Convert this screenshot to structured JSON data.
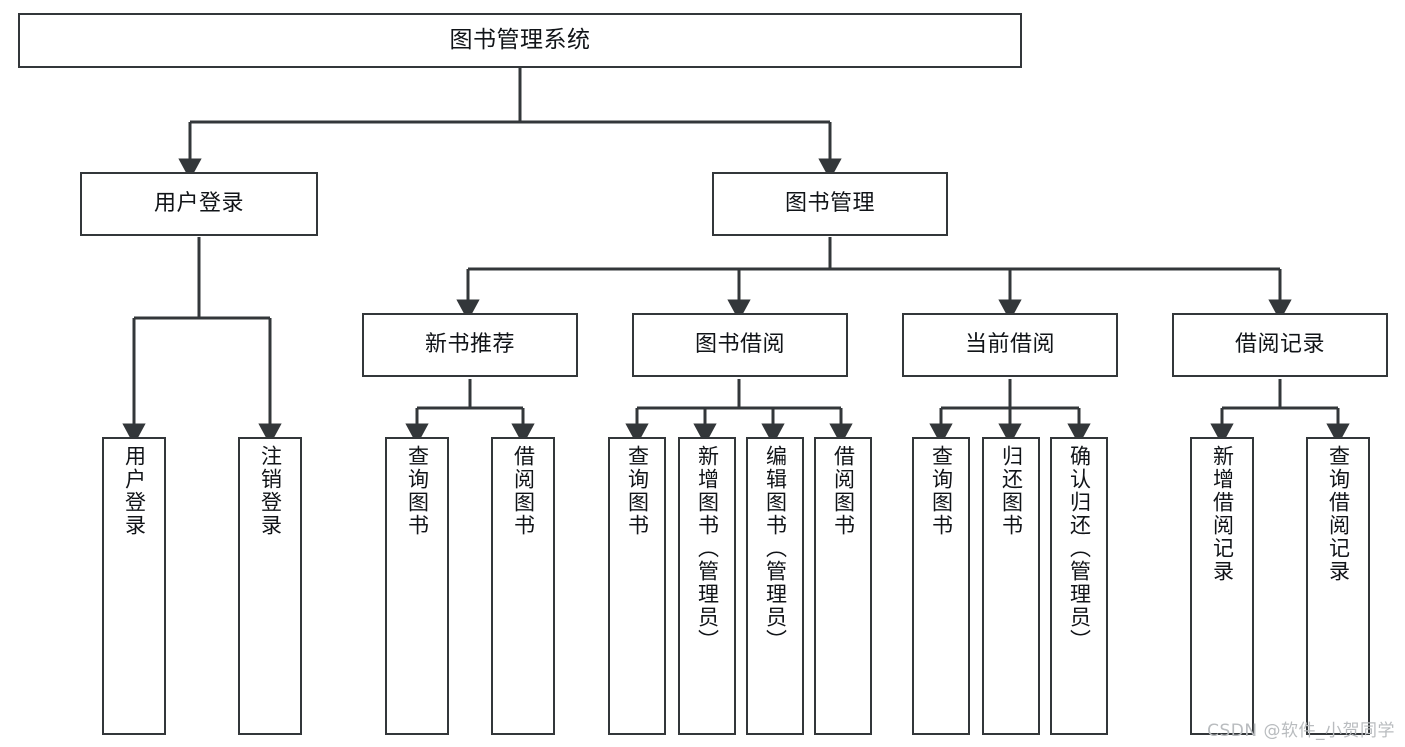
{
  "diagram": {
    "type": "tree",
    "title_node": {
      "label": "图书管理系统"
    },
    "level2": [
      {
        "label": "用户登录"
      },
      {
        "label": "图书管理"
      }
    ],
    "level3": [
      {
        "label": "新书推荐"
      },
      {
        "label": "图书借阅"
      },
      {
        "label": "当前借阅"
      },
      {
        "label": "借阅记录"
      }
    ],
    "leaves_user_login": [
      {
        "label": "用户登录"
      },
      {
        "label": "注销登录"
      }
    ],
    "leaves_new_book": [
      {
        "label": "查询图书"
      },
      {
        "label": "借阅图书"
      }
    ],
    "leaves_borrow": [
      {
        "label": "查询图书"
      },
      {
        "label": "新增图书（管理员）"
      },
      {
        "label": "编辑图书（管理员）"
      },
      {
        "label": "借阅图书"
      }
    ],
    "leaves_current": [
      {
        "label": "查询图书"
      },
      {
        "label": "归还图书"
      },
      {
        "label": "确认归还（管理员）"
      }
    ],
    "leaves_records": [
      {
        "label": "新增借阅记录"
      },
      {
        "label": "查询借阅记录"
      }
    ]
  },
  "watermark": {
    "text": "CSDN @软件_小贺同学"
  },
  "colors": {
    "background": "#ffffff",
    "node_border": "#33373a",
    "node_fill": "#ffffff",
    "edge": "#33373a",
    "text": "#111418",
    "watermark": "#b9bcbf"
  }
}
